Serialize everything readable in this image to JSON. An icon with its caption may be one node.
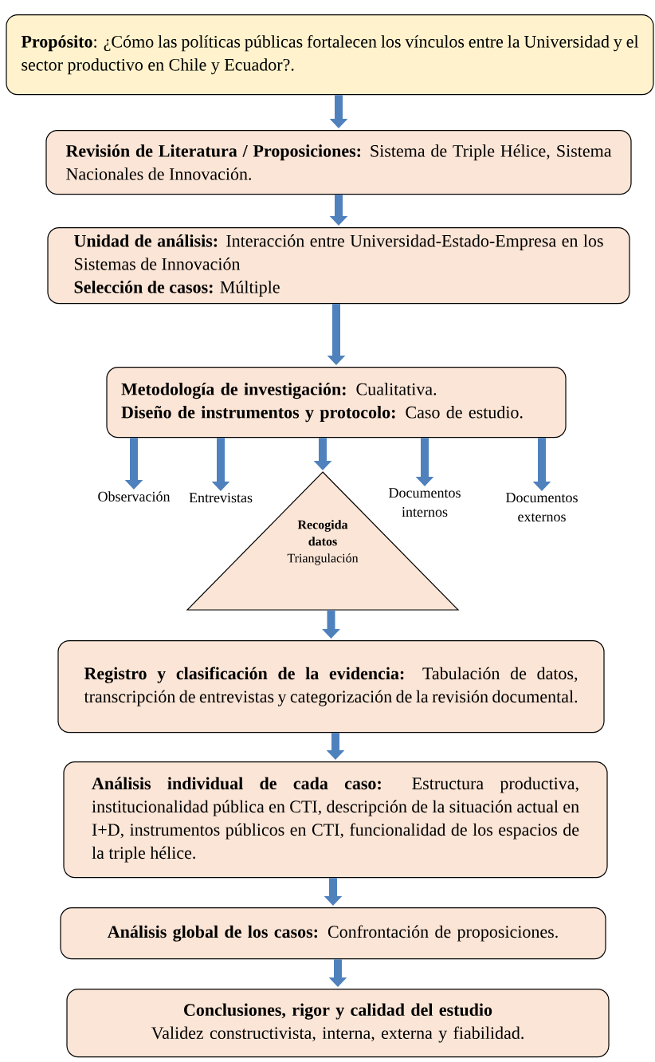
{
  "diagram": {
    "nodes": [
      {
        "text": [
          "**Propósito**: ¿Cómo las políticas públicas fortalecen los vínculos entre la Universidad y el sector productivo en Chile y Ecuador?."
        ]
      },
      {
        "text": [
          "**Revisión de Literatura / Proposiciones:** Sistema de Triple Hélice, Sistema Nacionales de Innovación."
        ]
      },
      {
        "text": [
          "**Unidad de análisis:** Interacción entre Universidad-Estado-Empresa en los Sistemas de Innovación",
          "**Selección de casos:** Múltiple"
        ]
      },
      {
        "text": [
          "**Metodología de investigación:** Cualitativa.",
          "**Diseño de instrumentos y protocolo:** Caso de estudio."
        ]
      },
      {
        "text": [
          "Observación"
        ]
      },
      {
        "text": [
          "Entrevistas"
        ]
      },
      {
        "text": [
          "Recogida datos",
          "Triangulación"
        ]
      },
      {
        "text": [
          "Documentos internos"
        ]
      },
      {
        "text": [
          "Documentos externos"
        ]
      },
      {
        "text": [
          "**Registro y clasificación de la evidencia:** Tabulación de datos, transcripción de entrevistas y categorización de la revisión documental."
        ]
      },
      {
        "text": [
          "**Análisis individual de cada caso:** Estructura productiva, institucionalidad pública en CTI, descripción de la situación actual en I+D, instrumentos públicos en CTI, funcionalidad de los espacios de la triple hélice."
        ]
      },
      {
        "text": [
          "**Análisis global de los casos:** Confrontación de proposiciones."
        ]
      },
      {
        "text": [
          "Conclusiones, rigor y calidad del estudio",
          "Validez constructivista, interna, externa y fiabilidad."
        ]
      }
    ],
    "edges": [
      {
        "from": 0,
        "to": 1,
        "arrow": "to"
      },
      {
        "from": 1,
        "to": 2,
        "arrow": "to"
      },
      {
        "from": 2,
        "to": 3,
        "arrow": "to"
      },
      {
        "from": 3,
        "to": 4,
        "arrow": "to"
      },
      {
        "from": 3,
        "to": 5,
        "arrow": "to"
      },
      {
        "from": 3,
        "to": 6,
        "arrow": "to"
      },
      {
        "from": 3,
        "to": 7,
        "arrow": "to"
      },
      {
        "from": 3,
        "to": 8,
        "arrow": "to"
      },
      {
        "from": 6,
        "to": 9,
        "arrow": "to"
      },
      {
        "from": 9,
        "to": 10,
        "arrow": "to"
      },
      {
        "from": 10,
        "to": 11,
        "arrow": "to"
      },
      {
        "from": 11,
        "to": 12,
        "arrow": "to"
      }
    ]
  }
}
